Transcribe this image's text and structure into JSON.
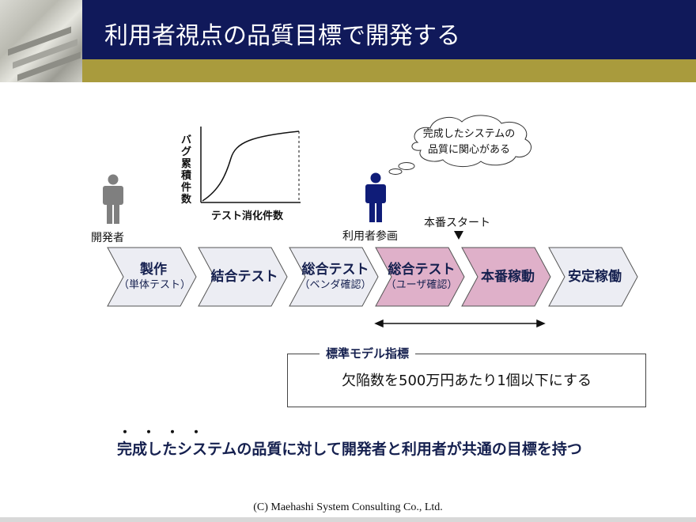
{
  "header": {
    "title": "利用者視点の品質目標で開発する"
  },
  "developer": {
    "label": "開発者",
    "color": "#7f7f7f"
  },
  "user": {
    "label": "利用者参画",
    "color": "#0f1c78"
  },
  "graph": {
    "y_label": "バグ累積件数",
    "x_label": "テスト消化件数"
  },
  "cloud": {
    "line1": "完成したシステムの",
    "line2": "品質に関心がある"
  },
  "start": {
    "label": "本番スタート"
  },
  "steps": [
    {
      "main": "製作",
      "sub": "（単体テスト）",
      "highlight": false
    },
    {
      "main": "結合テスト",
      "sub": "",
      "highlight": false
    },
    {
      "main": "総合テスト",
      "sub": "（ベンダ確認）",
      "highlight": false
    },
    {
      "main": "総合テスト",
      "sub": "（ユーザ確認）",
      "highlight": true
    },
    {
      "main": "本番稼動",
      "sub": "",
      "highlight": true
    },
    {
      "main": "安定稼働",
      "sub": "",
      "highlight": false
    }
  ],
  "colors": {
    "step_normal": "#ecedf3",
    "step_highlight": "#dfb0c9",
    "header_navy": "#10195a",
    "header_gold": "#a99b3d"
  },
  "standard": {
    "title": "標準モデル指標",
    "text": "欠陥数を500万円あたり1個以下にする"
  },
  "summary": {
    "dots": "・・・・",
    "text": "完成したシステムの品質に対して開発者と利用者が共通の目標を持つ"
  },
  "footer": {
    "text": "(C) Maehashi System Consulting Co., Ltd."
  }
}
